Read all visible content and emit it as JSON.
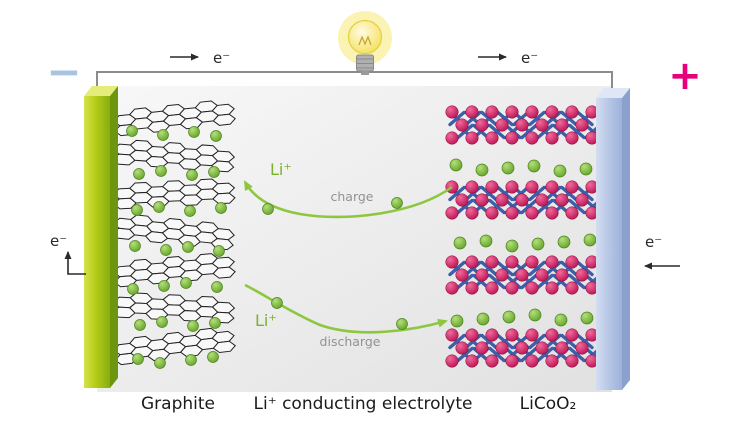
{
  "terminals": {
    "minus": "−",
    "plus": "+"
  },
  "circuit": {
    "electron_flow_left": "e⁻",
    "electron_flow_right": "e⁻",
    "electron_anode": "e⁻",
    "electron_cathode": "e⁻"
  },
  "ion_transport": {
    "charge_label": "charge",
    "discharge_label": "discharge",
    "li_ion_charge": "Li⁺",
    "li_ion_discharge": "Li⁺"
  },
  "captions": {
    "anode": "Graphite",
    "electrolyte": "Li⁺ conducting electrolyte",
    "cathode": "LiCoO₂"
  },
  "colors": {
    "anode_green": "#b5cc18",
    "cathode_blue": "#b6c6e6",
    "li_ion_green": "#6fae2e",
    "cobalt_magenta": "#c9165c",
    "bond_blue": "#3c5fa8",
    "arrow_green": "#8dc63f",
    "minus_terminal": "#a9c3e1",
    "plus_terminal": "#e6007e",
    "wire_gray": "#8c8c8c",
    "bulb_yellow": "#f6e96b"
  }
}
